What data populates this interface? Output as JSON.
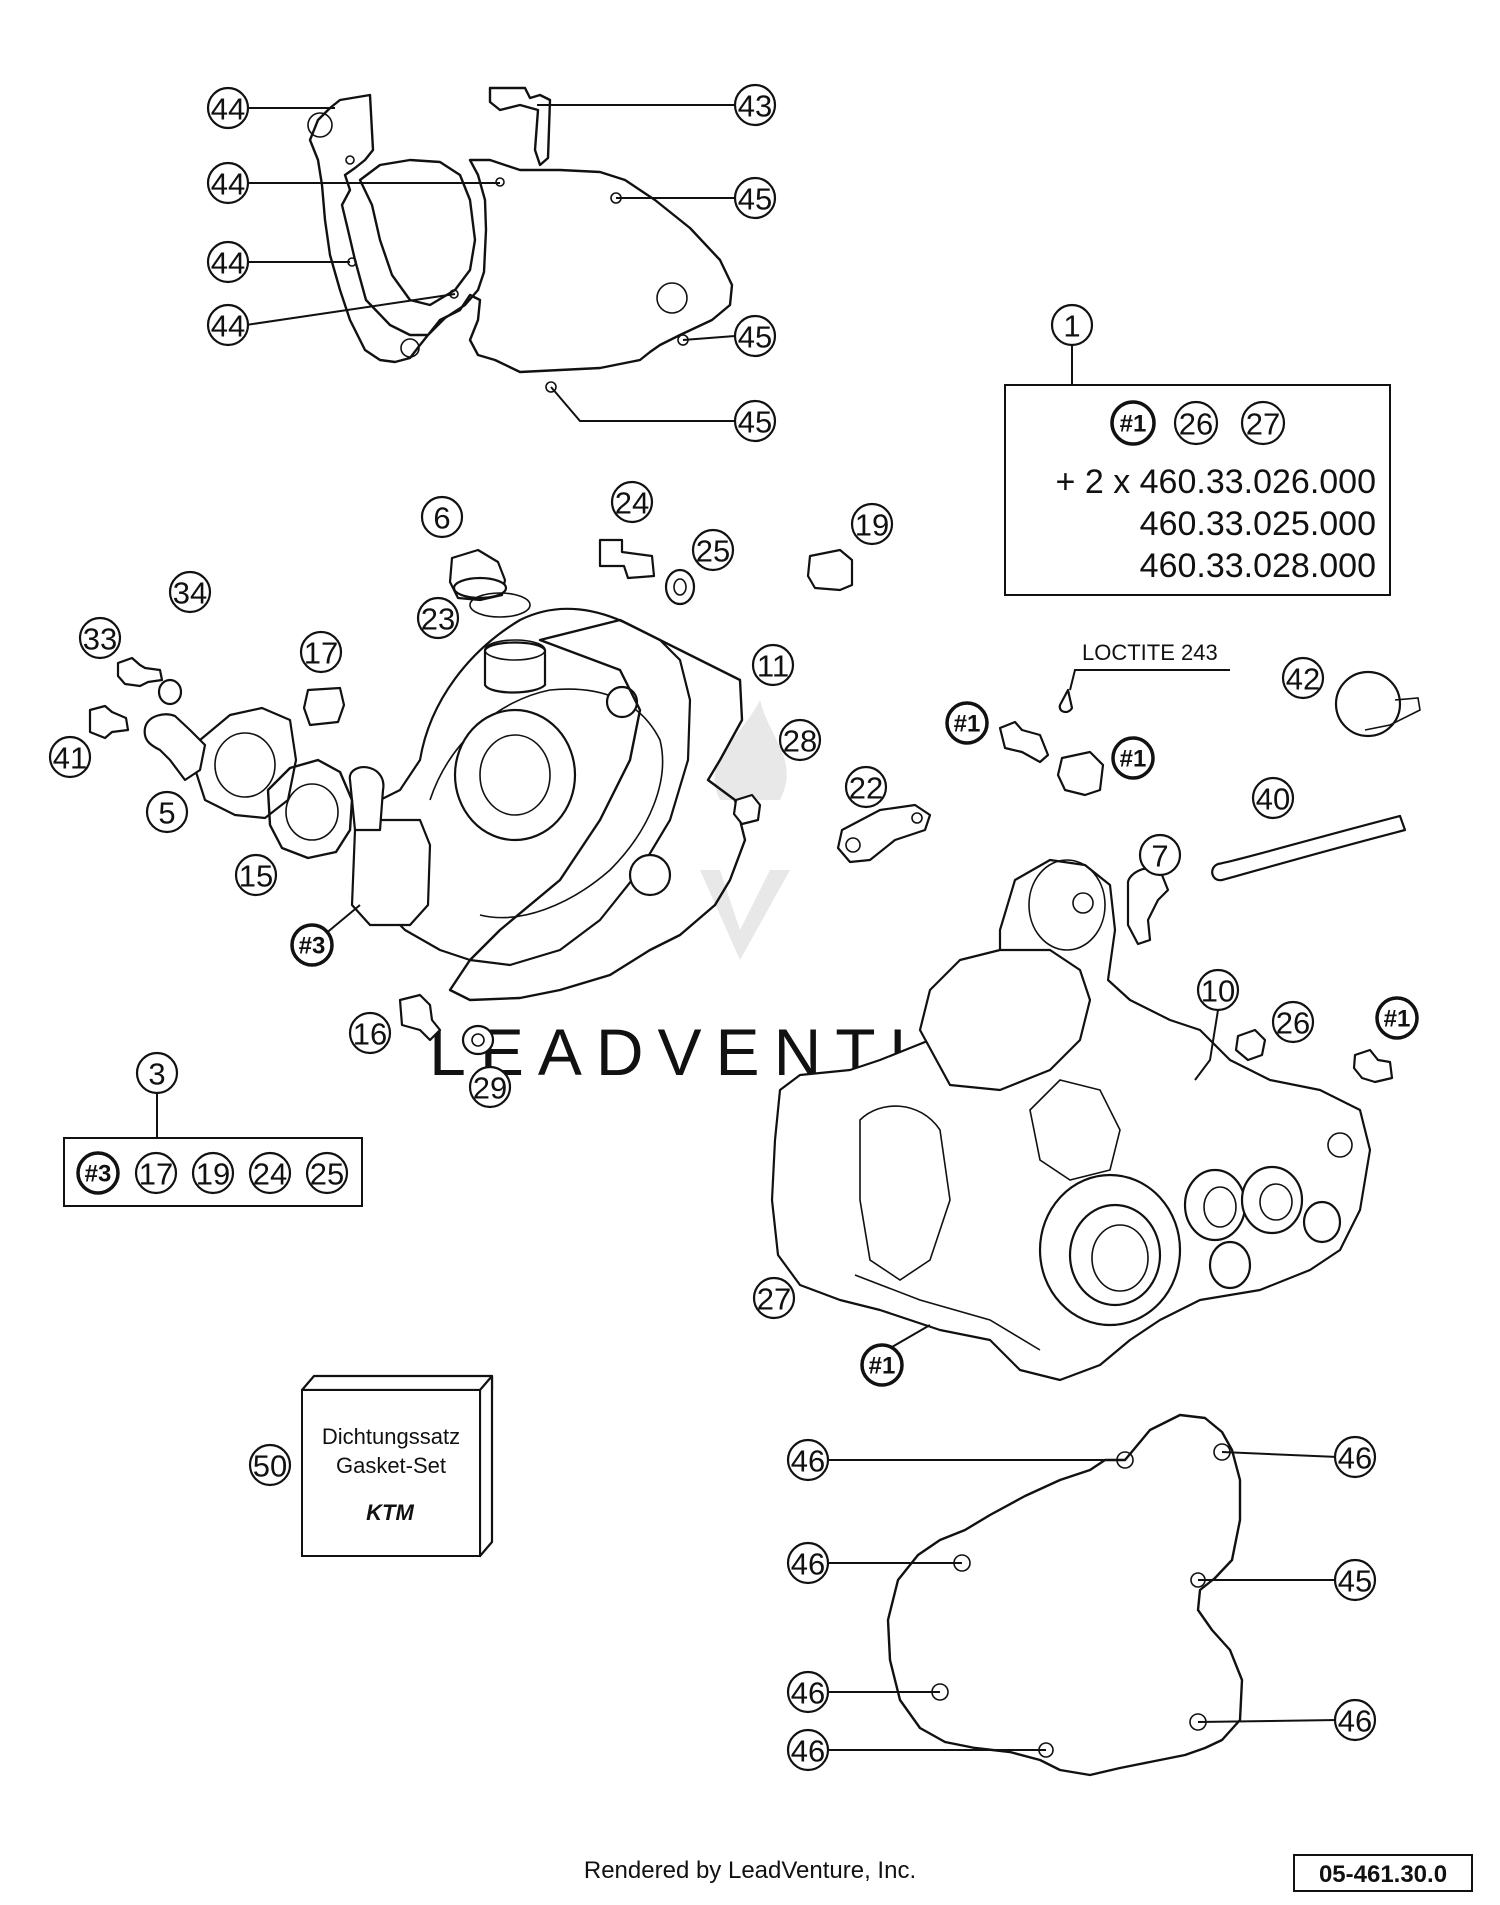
{
  "kit_1": {
    "refs": [
      "#1",
      "26",
      "27"
    ],
    "lines": [
      "+ 2 x 460.33.026.000",
      "460.33.025.000",
      "460.33.028.000"
    ]
  },
  "kit_3": {
    "refs": [
      "#3",
      "17",
      "19",
      "24",
      "25"
    ]
  },
  "loctite": "LOCTITE 243",
  "gasket_set_box": {
    "line1": "Dichtungssatz",
    "line2": "Gasket-Set",
    "brand": "KTM"
  },
  "watermark": "LEADVENTURE",
  "footer": {
    "rendered_by": "Rendered by LeadVenture, Inc.",
    "diagram_code": "05-461.30.0"
  },
  "callouts": [
    {
      "label": "44"
    },
    {
      "label": "44"
    },
    {
      "label": "44"
    },
    {
      "label": "44"
    },
    {
      "label": "43"
    },
    {
      "label": "45"
    },
    {
      "label": "45"
    },
    {
      "label": "45"
    },
    {
      "label": "1"
    },
    {
      "label": "6"
    },
    {
      "label": "24"
    },
    {
      "label": "25"
    },
    {
      "label": "19"
    },
    {
      "label": "23"
    },
    {
      "label": "34"
    },
    {
      "label": "33"
    },
    {
      "label": "17"
    },
    {
      "label": "11"
    },
    {
      "label": "41"
    },
    {
      "label": "5"
    },
    {
      "label": "15"
    },
    {
      "label": "28"
    },
    {
      "label": "22"
    },
    {
      "label": "#3"
    },
    {
      "label": "#1"
    },
    {
      "label": "#1"
    },
    {
      "label": "42"
    },
    {
      "label": "40"
    },
    {
      "label": "7"
    },
    {
      "label": "10"
    },
    {
      "label": "26"
    },
    {
      "label": "#1"
    },
    {
      "label": "16"
    },
    {
      "label": "29"
    },
    {
      "label": "3"
    },
    {
      "label": "27"
    },
    {
      "label": "#1"
    },
    {
      "label": "50"
    },
    {
      "label": "46"
    },
    {
      "label": "46"
    },
    {
      "label": "46"
    },
    {
      "label": "45"
    },
    {
      "label": "46"
    },
    {
      "label": "46"
    },
    {
      "label": "46"
    }
  ]
}
